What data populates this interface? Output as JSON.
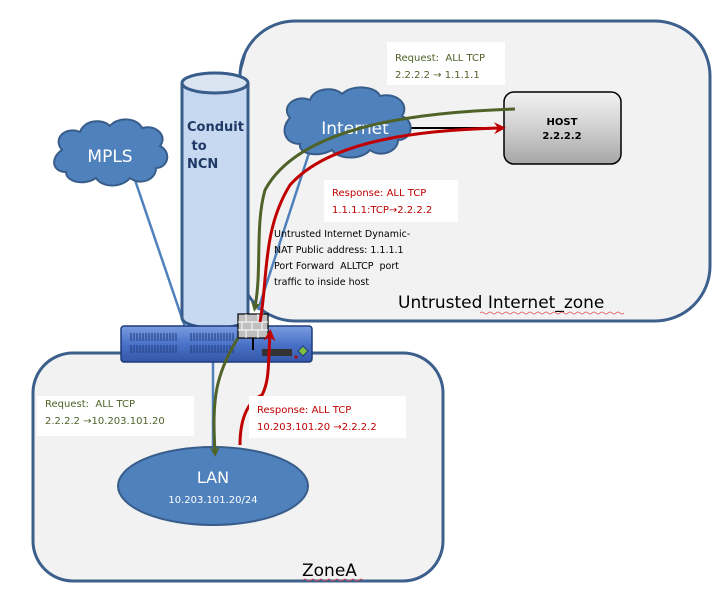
{
  "zones": {
    "untrusted": {
      "label": "Untrusted Internet_zone"
    },
    "zonea": {
      "label": "ZoneA"
    }
  },
  "nodes": {
    "mpls": {
      "label": "MPLS"
    },
    "internet": {
      "label": "Internet"
    },
    "conduit": {
      "line1": "Conduit",
      "line2": " to",
      "line3": "NCN"
    },
    "host": {
      "line1": "HOST",
      "line2": "2.2.2.2"
    },
    "lan": {
      "label": "LAN",
      "subnet": "10.203.101.20/24"
    }
  },
  "notes": {
    "req_top": {
      "line1": "Request:  ALL TCP",
      "line2": "2.2.2.2 → 1.1.1.1"
    },
    "resp_top": {
      "line1": "Response: ALL TCP",
      "line2": "1.1.1.1:TCP→2.2.2.2"
    },
    "nat": {
      "line1": "Untrusted Internet Dynamic-",
      "line2": "NAT Public address: 1.1.1.1",
      "line3": "Port Forward  ALLTCP  port",
      "line4": "traffic to inside host"
    },
    "req_bottom": {
      "line1": "Request:  ALL TCP",
      "line2": "2.2.2.2 →10.203.101.20"
    },
    "resp_bottom": {
      "line1": "Response: ALL TCP",
      "line2": "10.203.101.20 →2.2.2.2"
    }
  },
  "colors": {
    "zone_fill": "#f2f2f2",
    "zone_stroke": "#3c5f8c",
    "node_fill": "#4f81bd",
    "node_stroke": "#385d8a",
    "conduit_fill": "#c6d9f1",
    "request_path": "#4f6228",
    "response_path": "#c00000",
    "request_text": "#4f6228",
    "response_text": "#c00000"
  }
}
